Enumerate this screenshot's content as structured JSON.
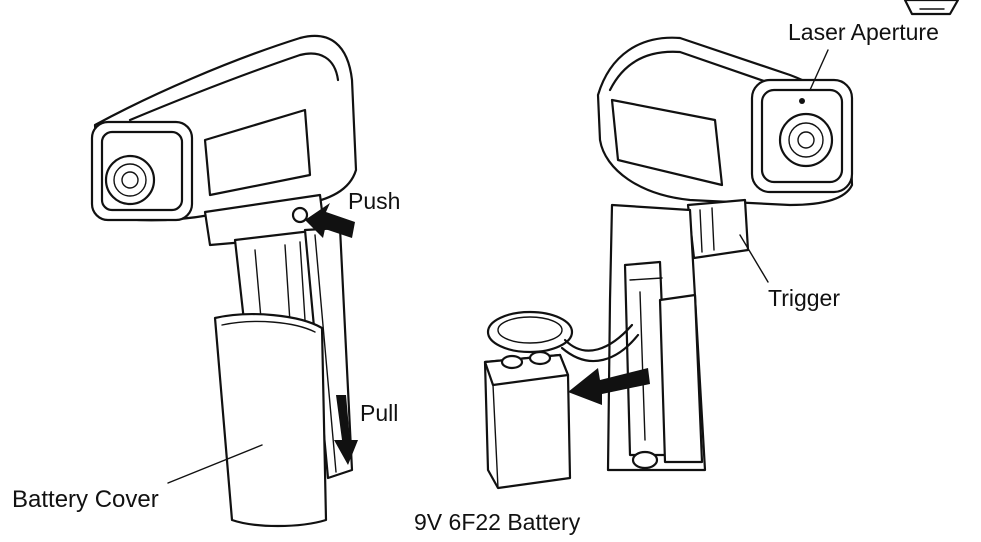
{
  "labels": {
    "laser_aperture": "Laser Aperture",
    "push": "Push",
    "trigger": "Trigger",
    "pull": "Pull",
    "battery_cover": "Battery Cover",
    "battery": "9V 6F22 Battery"
  },
  "warning_symbol": "laser-warning-triangle-icon",
  "colors": {
    "line": "#111111",
    "background": "#ffffff"
  }
}
